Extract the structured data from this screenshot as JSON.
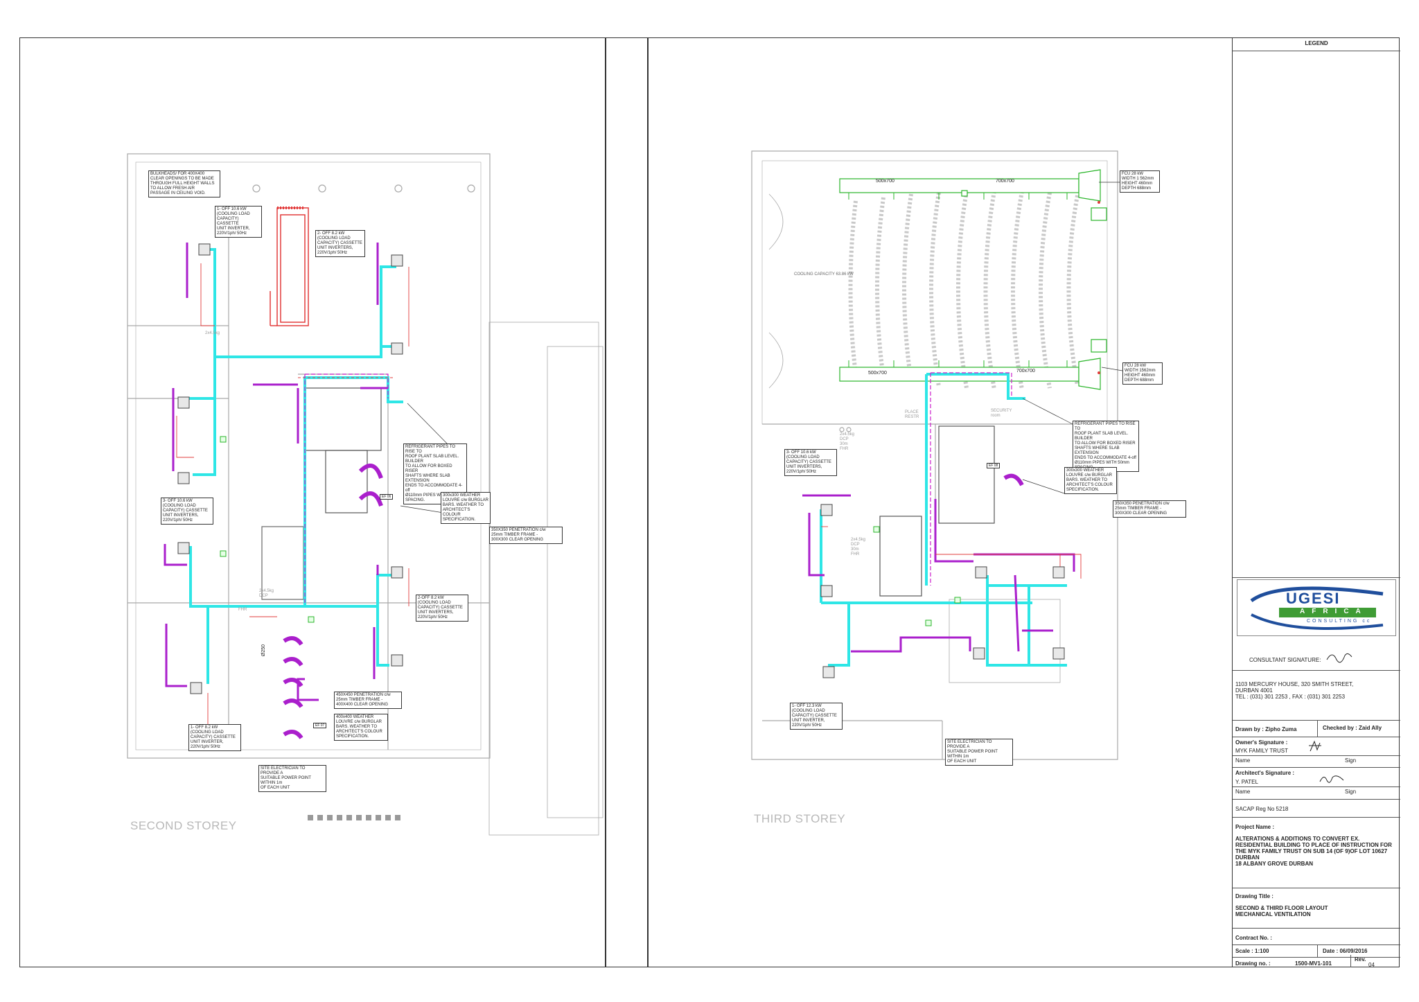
{
  "storeys": {
    "second": "SECOND STOREY",
    "third": "THIRD STOREY"
  },
  "notes": {
    "rooms_second": [
      "2x4.5kg",
      "2x4.5kg\nDCP",
      "FHR"
    ],
    "rooms_third": [
      "2x4.5kg\nDCP\n30m\nFHR",
      "2x4.5kg\nDCP\n30m\nFHR",
      "PLACE\nRESTR",
      "SECURITY\nroom",
      "COOLING CAPACITY 63.86 kW"
    ],
    "s2_bulkhead": "BULKHEADS/ FOR 400X400\nCLEAR OPENINGS TO BE MADE\nTHROUGH FULL HEIGHT WALLS\nTO ALLOW FRESH AIR\nPASSAGE IN CEILING VOID.",
    "s2_u1": "1- OFF 10.6 kW\n(COOLING LOAD\nCAPACITY) CASSETTE\nUNIT INVERTER,\n220V/1ph/ 50Hz",
    "s2_u2": "2- OFF 8.2 kW\n(COOLING LOAD\nCAPACITY) CASSETTE\nUNIT INVERTERS,\n220V/1ph/ 50Hz",
    "s2_u3": "3- OFF 10.6 kW\n(COOLING LOAD\nCAPACITY) CASSETTE\nUNIT INVERTERS,\n220V/1ph/ 50Hz",
    "s2_u4": "2-OFF 8.2 kW\n(COOLING LOAD\nCAPACITY) CASSETTE\nUNIT INVERTERS,\n220V/1ph/ 50Hz",
    "s2_u5": "1- OFF 8.2 kW\n(COOLING LOAD\nCAPACITY) CASSETTE\nUNIT INVERTER,\n220V/1ph/ 50Hz",
    "s2_refrig": "REFRIGERANT PIPES TO RISE TO\nROOF PLANT SLAB LEVEL. BUILDER\nTO ALLOW FOR BOXED RISER\nSHAFTS WHERE SLAB EXTENSION\nENDS TO ACCOMMODATE 4-off\nØ110mm PIPES WITH 50mm\nSPACING.",
    "s2_louvre": "300x300 WEATHER\nLOUVRE c/w BURGLAR\nBARS. WEATHER TO\nARCHITECT'S COLOUR\nSPECIFICATION.",
    "s2_pen1": "350X350 PENETRATION c/w\n25mm TIMBER FRAME -\n300X300 CLEAR OPENING",
    "s2_pen2": "450X450 PENETRATION c/w\n25mm TIMBER FRAME -\n400X400 CLEAR OPENING",
    "s2_louvre2": "400x400 WEATHER\nLOUVRE c/w BURGLAR\nBARS. WEATHER TO\nARCHITECT'S COLOUR\nSPECIFICATION.",
    "s2_elec": "SITE ELECTRICIAN TO PROVIDE A\nSUITABLE POWER POINT WITHIN 1m\nOF EACH UNIT",
    "s3_fcu1": "FCU 28 kW\nWIDTH 1 562mm\nHEIGHT 460mm\nDEPTH 688mm",
    "s3_fcu2": "FCU 28 kW\nWIDTH 1562mm\nHEIGHT 460mm\nDEPTH 688mm",
    "s3_refrig": "REFRIGERANT PIPES TO RISE TO\nROOF PLANT SLAB LEVEL. BUILDER\nTO ALLOW FOR BOXED RISER\nSHAFTS WHERE SLAB EXTENSION\nENDS TO ACCOMMODATE 4-off\nØ110mm PIPES WITH 50mm\nSPACING.",
    "s3_louvre": "300x300 WEATHER\nLOUVRE c/w BURGLAR\nBARS. WEATHER TO\nARCHITECT'S COLOUR\nSPECIFICATION.",
    "s3_pen": "350X350 PENETRATION c/w\n25mm TIMBER FRAME -\n300X300 CLEAR OPENING",
    "s3_u1": "3- OFF 10.6 kW\n(COOLING LOAD\nCAPACITY) CASSETTE\nUNIT INVERTERS,\n220V/1ph/ 50Hz",
    "s3_u2": "1- OFF 12.3 kW\n(COOLING LOAD\nCAPACITY) CASSETTE\nUNIT INVERTER,\n220V/1ph/ 50Hz",
    "s3_elec": "SITE ELECTRICIAN TO PROVIDE A\nSUITABLE POWER POINT WITHIN 1m\nOF EACH UNIT",
    "duct1": "500x700",
    "duct2": "700x700",
    "duct3": "500x700",
    "duct4": "700x700",
    "ef06": "EF 06",
    "ef07": "EF 07",
    "ef08": "EF 08",
    "d250": "Ø250"
  },
  "legend": {
    "title": "LEGEND",
    "consultant_signature": "CONSULTANT SIGNATURE:",
    "address1": "1103 MERCURY HOUSE, 320 SMITH STREET,",
    "address2": "DURBAN 4001",
    "address3": "TEL : (031) 301 2253 , FAX : (031) 301 2253",
    "drawn_by": "Drawn by : Zipho Zuma",
    "checked_by": "Checked by : Zaid Ally",
    "owner_sig": "Owner's Signature :",
    "owner": "MYK FAMILY TRUST",
    "name": "Name",
    "sign": "Sign",
    "architect_sig": "Architect's Signature :",
    "architect": "Y. PATEL",
    "sacap": "SACAP Reg No 5218",
    "project_name_label": "Project Name :",
    "project_name_lines": [
      "ALTERATIONS & ADDITIONS TO CONVERT EX.",
      "RESIDENTIAL BUILDING TO PLACE OF INSTRUCTION FOR",
      "THE MYK FAMILY TRUST ON SUB 14 (OF 9)OF LOT 10627",
      "DURBAN",
      "18 ALBANY GROVE DURBAN"
    ],
    "drawing_title_label": "Drawing Title :",
    "drawing_title_lines": [
      "SECOND & THIRD FLOOR LAYOUT",
      "MECHANICAL VENTILATION"
    ],
    "contract_no": "Contract No. :",
    "scale": "Scale : 1:100",
    "date": "Date : 06/09/2016",
    "drawing_no_label": "Drawing no. :",
    "drawing_no": "1500-MV1-101",
    "rev_label": "Rev.",
    "rev": "04"
  },
  "logo": {
    "name": "UGESI",
    "sub": "AFRICA",
    "sub2": "CONSULTING cc",
    "colors": {
      "blue": "#1f4e9c",
      "green": "#3f9c35",
      "red": "#c0392b"
    }
  },
  "colors": {
    "supply": "#2ee6e6",
    "refrigerant": "#aa1fcc",
    "power": "#e23b3b",
    "duct": "#29b529",
    "wall": "#9a9a9a"
  }
}
